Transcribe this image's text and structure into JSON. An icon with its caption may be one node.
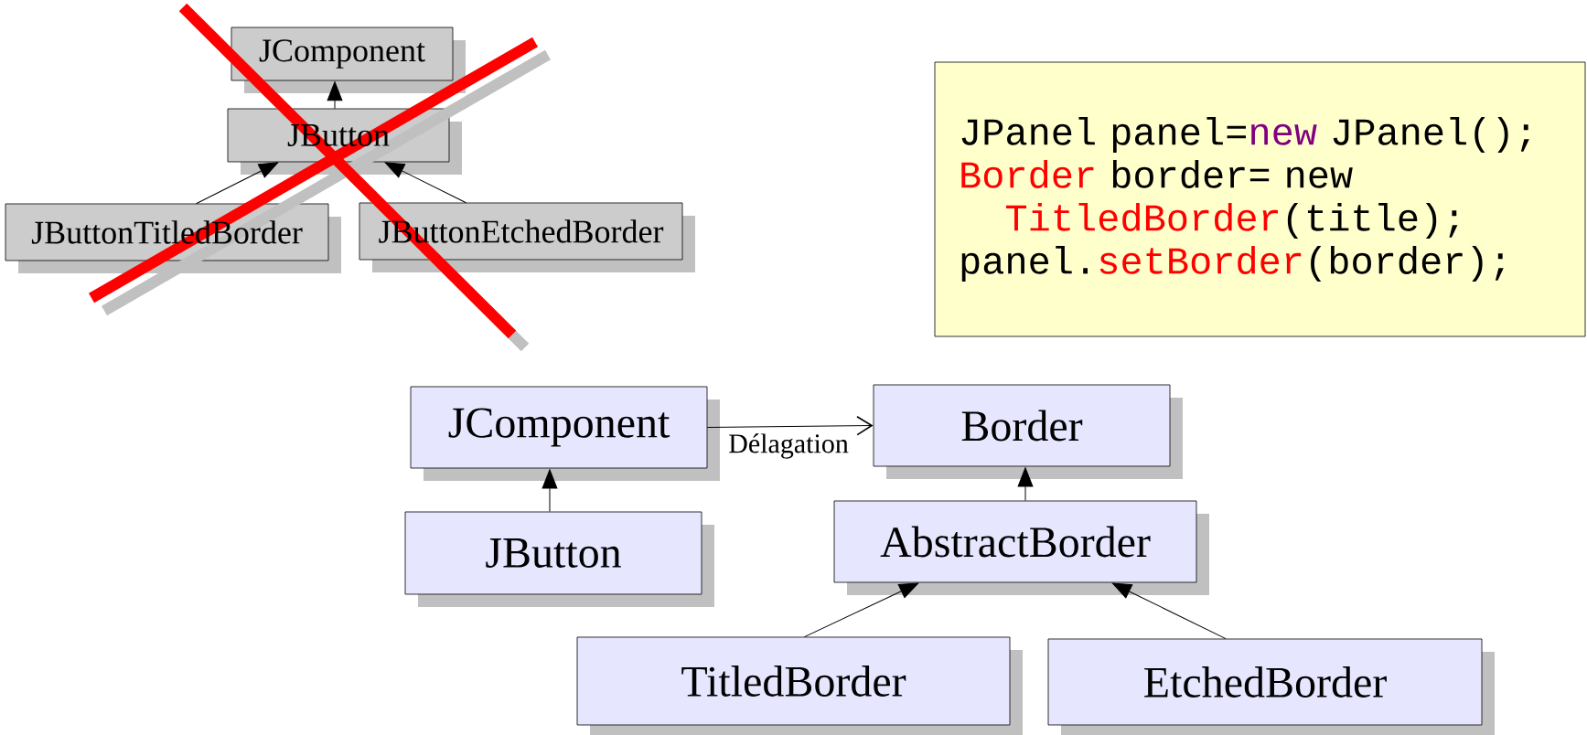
{
  "diagram": {
    "nodes": [
      {
        "text": [
          "JComponent"
        ]
      },
      {
        "text": [
          "JButton"
        ]
      },
      {
        "text": [
          "JButtonTitledBorder"
        ]
      },
      {
        "text": [
          "JButtonEtchedBorder"
        ]
      },
      {
        "text": [
          "JPanel panel=",
          "new",
          "JPanel();",
          "Border",
          "border= new",
          "TitledBorder",
          "(title);",
          "panel.",
          "setBorder",
          "(border);"
        ]
      },
      {
        "text": [
          "JComponent"
        ]
      },
      {
        "text": [
          "Border"
        ]
      },
      {
        "text": [
          "JButton"
        ]
      },
      {
        "text": [
          "AbstractBorder"
        ]
      },
      {
        "text": [
          "TitledBorder"
        ]
      },
      {
        "text": [
          "EtchedBorder"
        ]
      }
    ],
    "edges": [
      {
        "from": 1,
        "to": 0,
        "arrow": "to"
      },
      {
        "from": 2,
        "to": 1,
        "arrow": "to"
      },
      {
        "from": 3,
        "to": 1,
        "arrow": "to"
      },
      {
        "from": 7,
        "to": 5,
        "arrow": "to"
      },
      {
        "from": 5,
        "to": 6,
        "arrow": "to",
        "label": "Délagation"
      },
      {
        "from": 8,
        "to": 6,
        "arrow": "to"
      },
      {
        "from": 9,
        "to": 8,
        "arrow": "to"
      },
      {
        "from": 10,
        "to": 8,
        "arrow": "to"
      }
    ]
  }
}
